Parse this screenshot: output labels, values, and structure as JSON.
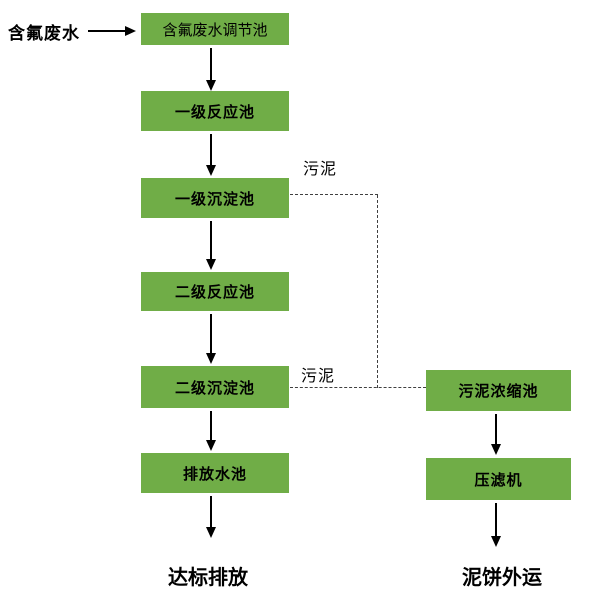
{
  "diagram": {
    "source_label": "含氟废水",
    "main_flow": [
      {
        "label": "含氟废水调节池"
      },
      {
        "label": "一级反应池"
      },
      {
        "label": "一级沉淀池"
      },
      {
        "label": "二级反应池"
      },
      {
        "label": "二级沉淀池"
      },
      {
        "label": "排放水池"
      }
    ],
    "main_outcome": "达标排放",
    "sludge_flow": [
      {
        "label": "污泥浓缩池"
      },
      {
        "label": "压滤机"
      }
    ],
    "sludge_outcome": "泥饼外运",
    "edge_labels": {
      "primary_sludge": "污泥",
      "secondary_sludge": "污泥"
    },
    "colors": {
      "box_fill": "#70AD47",
      "arrow": "#000000",
      "dashed_line": "#404040",
      "text": "#000000",
      "background": "#FFFFFF"
    }
  }
}
